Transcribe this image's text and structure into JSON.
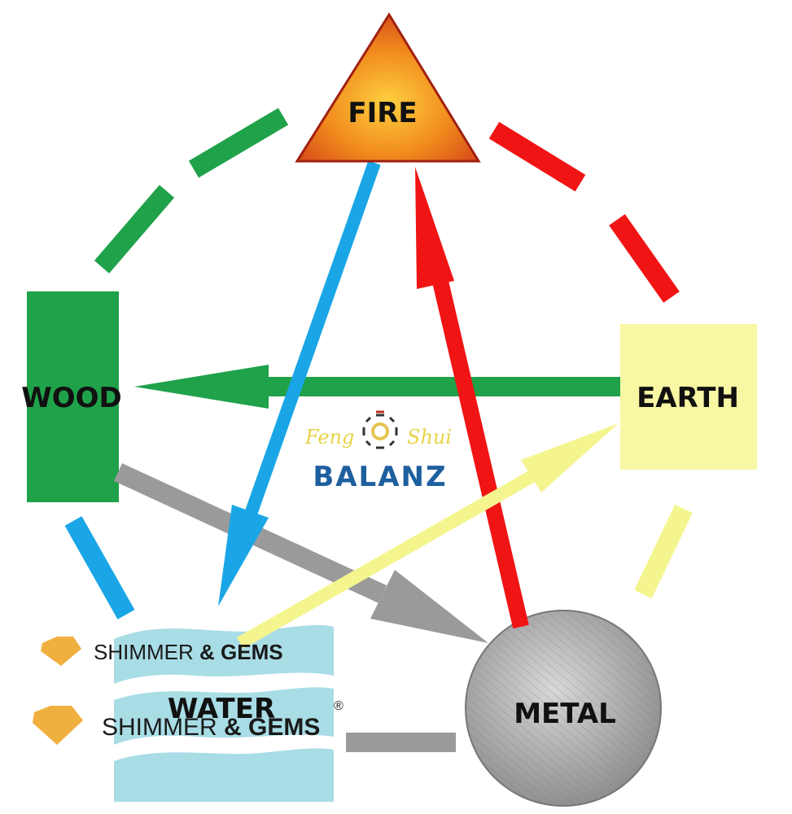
{
  "elements": {
    "fire": {
      "label": "FIRE",
      "color": "#f08a1c"
    },
    "wood": {
      "label": "WOOD",
      "color": "#1fa24a"
    },
    "earth": {
      "label": "EARTH",
      "color": "#f8f7a3"
    },
    "metal": {
      "label": "METAL",
      "color": "#9a9a9a"
    },
    "water": {
      "label": "WATER",
      "color": "#a9dde6"
    }
  },
  "arrows": [
    {
      "from": "fire",
      "to": "water",
      "color": "#1aa6e6"
    },
    {
      "from": "metal",
      "to": "fire",
      "color": "#f01414"
    },
    {
      "from": "earth",
      "to": "wood",
      "color": "#1fa24a"
    },
    {
      "from": "wood",
      "to": "metal",
      "color": "#9a9a9a"
    },
    {
      "from": "water",
      "to": "earth",
      "color": "#f5f590"
    }
  ],
  "cycle_dashes": [
    {
      "from": "wood",
      "to": "fire",
      "color": "#1fa24a"
    },
    {
      "from": "fire",
      "to": "earth",
      "color": "#f01414"
    },
    {
      "from": "earth",
      "to": "metal",
      "color": "#f5f590"
    },
    {
      "from": "metal",
      "to": "water",
      "color": "#9a9a9a"
    },
    {
      "from": "water",
      "to": "wood",
      "color": "#1aa6e6"
    }
  ],
  "logo": {
    "script": [
      "Feng",
      "Shui"
    ],
    "name": "BALANZ"
  },
  "watermarks": [
    {
      "light": "SHIMMER",
      "bold": "& GEMS"
    },
    {
      "light": "SHIMMER",
      "bold": "& GEMS",
      "mark": "®"
    }
  ]
}
